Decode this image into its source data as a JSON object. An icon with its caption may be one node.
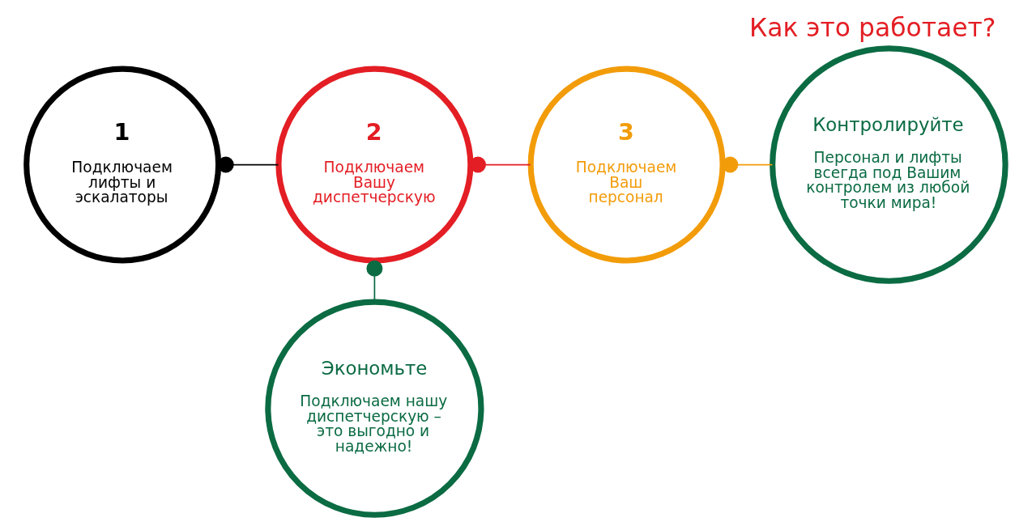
{
  "diagram": {
    "title": "Как это работает?",
    "nodes": [
      {
        "text": [
          "1",
          "Подключаем лифты и эскалаторы"
        ]
      },
      {
        "text": [
          "2",
          "Подключаем Вашу диспетчерскую"
        ]
      },
      {
        "text": [
          "3",
          "Подключаем Ваш персонал"
        ]
      },
      {
        "text": [
          "Контролируйте",
          "Персонал и лифты всегда под Вашим контролем из любой точки мира!"
        ]
      },
      {
        "text": [
          "Экономьте",
          "Подключаем нашу диспетчерскую – это выгодно и надежно!"
        ]
      }
    ],
    "edges": [
      {
        "from": 0,
        "to": 1,
        "arrow": "other",
        "color": "#000000"
      },
      {
        "from": 1,
        "to": 2,
        "arrow": "other",
        "color": "#e31e24"
      },
      {
        "from": 2,
        "to": 3,
        "arrow": "other",
        "color": "#f29c0a"
      },
      {
        "from": 1,
        "to": 4,
        "arrow": "other",
        "color": "#0b6b43"
      }
    ]
  }
}
